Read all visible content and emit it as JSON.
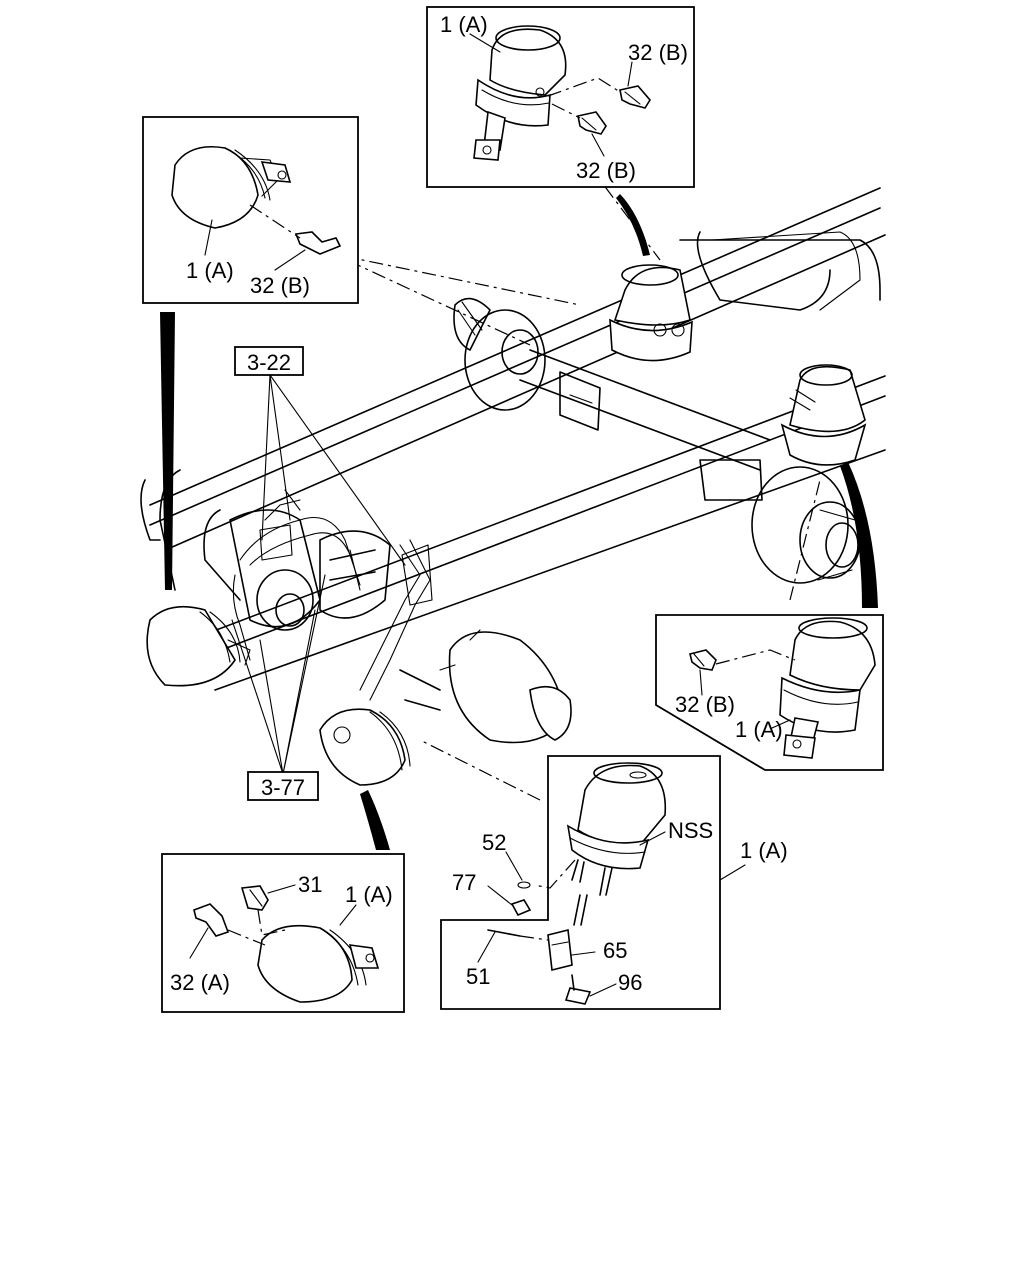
{
  "callouts": {
    "top_right_part": "1 (A)",
    "top_right_fitting_upper": "32 (B)",
    "top_right_fitting_lower": "32 (B)",
    "top_left_part": "1 (A)",
    "top_left_fitting": "32 (B)",
    "mid_right_fitting": "32 (B)",
    "mid_right_part": "1 (A)",
    "bottom_left_elbow": "32 (A)",
    "bottom_left_connector": "31",
    "bottom_left_part": "1 (A)",
    "exploded_52": "52",
    "exploded_77": "77",
    "exploded_nss": "NSS",
    "exploded_assembly": "1 (A)",
    "exploded_65": "65",
    "exploded_51": "51",
    "exploded_96": "96"
  },
  "references": {
    "upper": "3-22",
    "lower": "3-77"
  },
  "colors": {
    "line": "#000000",
    "background": "#ffffff"
  }
}
